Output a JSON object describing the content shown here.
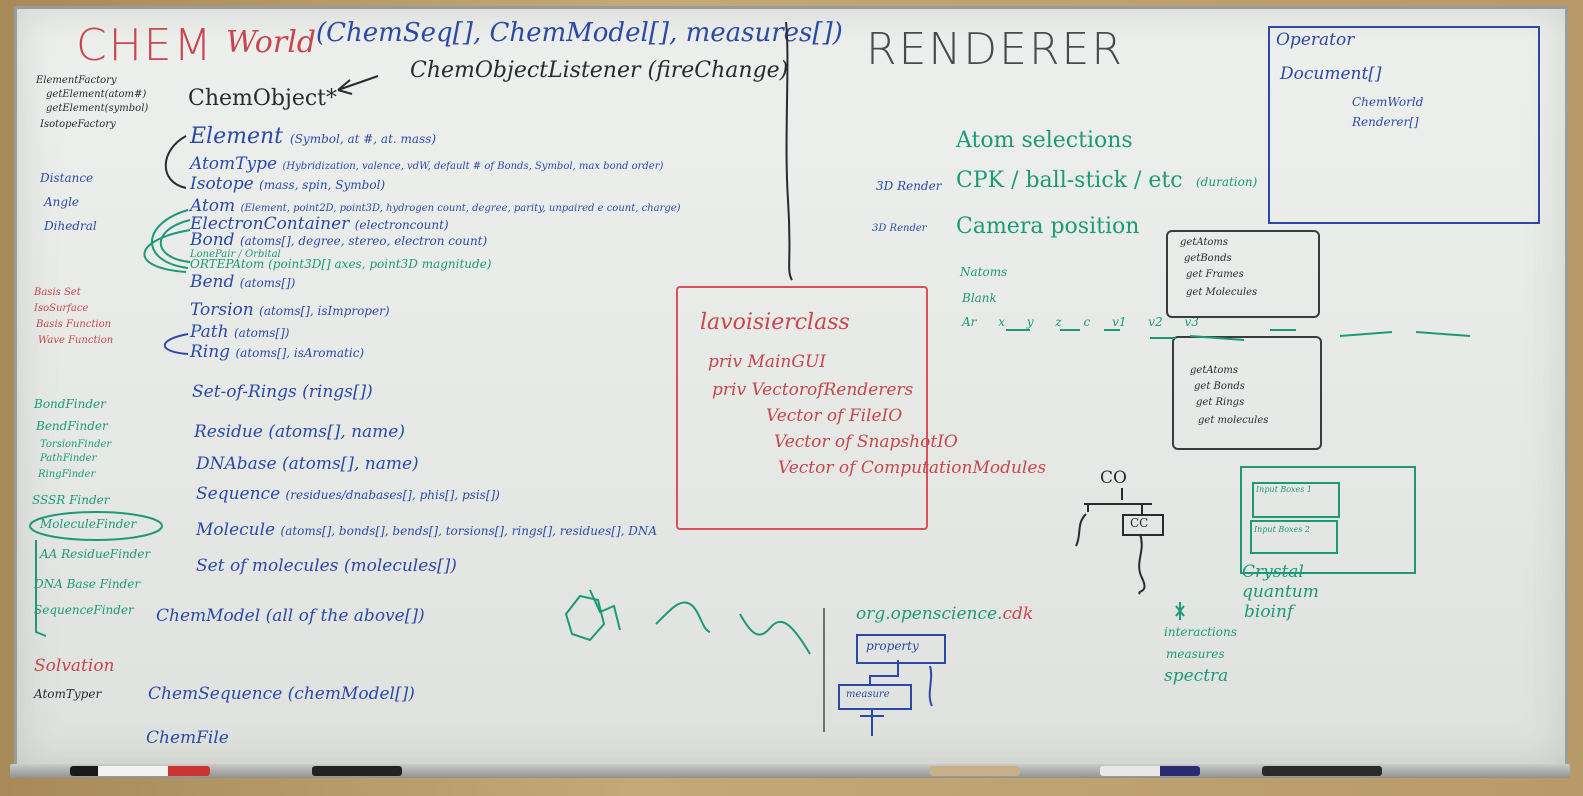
{
  "title_left": {
    "part1": "CHEM",
    "part2": "World",
    "part3": "(ChemSeq[], ChemModel[], measures[])"
  },
  "listener": "ChemObjectListener (fireChange)",
  "chemobject": "ChemObject*",
  "hierarchy": [
    {
      "name": "Element",
      "args": "(Symbol, at #, at. mass)"
    },
    {
      "name": "AtomType",
      "args": "(Hybridization, valence, vdW, default # of Bonds, Symbol, max bond order)"
    },
    {
      "name": "Isotope",
      "args": "(mass, spin, Symbol)"
    },
    {
      "name": "Atom",
      "args": "(Element, point2D, point3D, hydrogen count, degree, parity, unpaired e count, charge)"
    },
    {
      "name": "ElectronContainer",
      "args": "(electroncount)"
    },
    {
      "name": "Bond",
      "args": "(atoms[], degree, stereo, electron count)"
    },
    {
      "name": "LonePair / Orbital",
      "args": ""
    },
    {
      "name": "ORTEPAtom",
      "args": "(point3D[] axes, point3D magnitude)"
    },
    {
      "name": "Bend",
      "args": "(atoms[])"
    },
    {
      "name": "Torsion",
      "args": "(atoms[], isImproper)"
    },
    {
      "name": "Path",
      "args": "(atoms[])"
    },
    {
      "name": "Ring",
      "args": "(atoms[], isAromatic)"
    },
    {
      "name": "Set-of-Rings",
      "args": "(rings[])"
    },
    {
      "name": "Residue",
      "args": "(atoms[], name)"
    },
    {
      "name": "DNAbase",
      "args": "(atoms[], name)"
    },
    {
      "name": "Sequence",
      "args": "(residues/dnabases[], phis[], psis[])"
    },
    {
      "name": "Molecule",
      "args": "(atoms[], bonds[], bends[], torsions[], rings[], residues[], DNA"
    },
    {
      "name": "Set of molecules",
      "args": "(molecules[])"
    },
    {
      "name": "ChemModel",
      "args": "(all of the above[])"
    },
    {
      "name": "ChemSequence",
      "args": "(chemModel[])"
    },
    {
      "name": "ChemFile",
      "args": ""
    }
  ],
  "left_col_black": [
    "ElementFactory",
    "getElement(atom#)",
    "getElement(symbol)",
    "IsotopeFactory"
  ],
  "left_col_blue": [
    "Distance",
    "Angle",
    "Dihedral"
  ],
  "left_col_red": [
    "Basis Set",
    "IsoSurface",
    "Basis Function",
    "Wave Function"
  ],
  "left_col_green": [
    "BondFinder",
    "BendFinder",
    "TorsionFinder",
    "PathFinder",
    "RingFinder",
    "SSSR Finder",
    "MoleculeFinder",
    "AA ResidueFinder",
    "DNA Base Finder",
    "SequenceFinder"
  ],
  "solvation": "Solvation",
  "atomtyper": "AtomTyper",
  "lavoisier": {
    "title": "lavoisierclass",
    "items": [
      "priv MainGUI",
      "priv VectorofRenderers",
      "Vector of FileIO",
      "Vector of SnapshotIO",
      "Vector of ComputationModules"
    ]
  },
  "renderer": {
    "title": "RENDERER",
    "atom_selections": "Atom selections",
    "cpk_label": "3D Render",
    "cpk": "CPK / ball-stick / etc",
    "cpk_note": "(duration)",
    "camera_label": "3D Render",
    "camera": "Camera position",
    "natoms": "Natoms",
    "blank": "Blank",
    "ar_row": "Ar  x  y  z  c  v1  v2  v3"
  },
  "operator": {
    "title": "Operator",
    "document": "Document[]",
    "children": [
      "ChemWorld",
      "Renderer[]"
    ]
  },
  "get_box1": [
    "getAtoms",
    "getBonds",
    "get Frames",
    "get Molecules"
  ],
  "get_box2": [
    "getAtoms",
    "get Bonds",
    "get Rings",
    "get molecules"
  ],
  "co_label": "CO",
  "cc_label": "CC",
  "pkg": {
    "prefix": "org.openscience.",
    "suffix": "cdk",
    "property": "property",
    "measure": "measure"
  },
  "input_boxes": [
    "Input Boxes 1",
    "Input Boxes 2"
  ],
  "domains": [
    "Crystal",
    "quantum",
    "bioinf"
  ],
  "star_list": [
    "interactions",
    "measures",
    "spectra"
  ],
  "colors": {
    "blue": "#2b4aa8",
    "green": "#1c9a78",
    "red": "#c8464e",
    "black": "#2a2a30"
  }
}
